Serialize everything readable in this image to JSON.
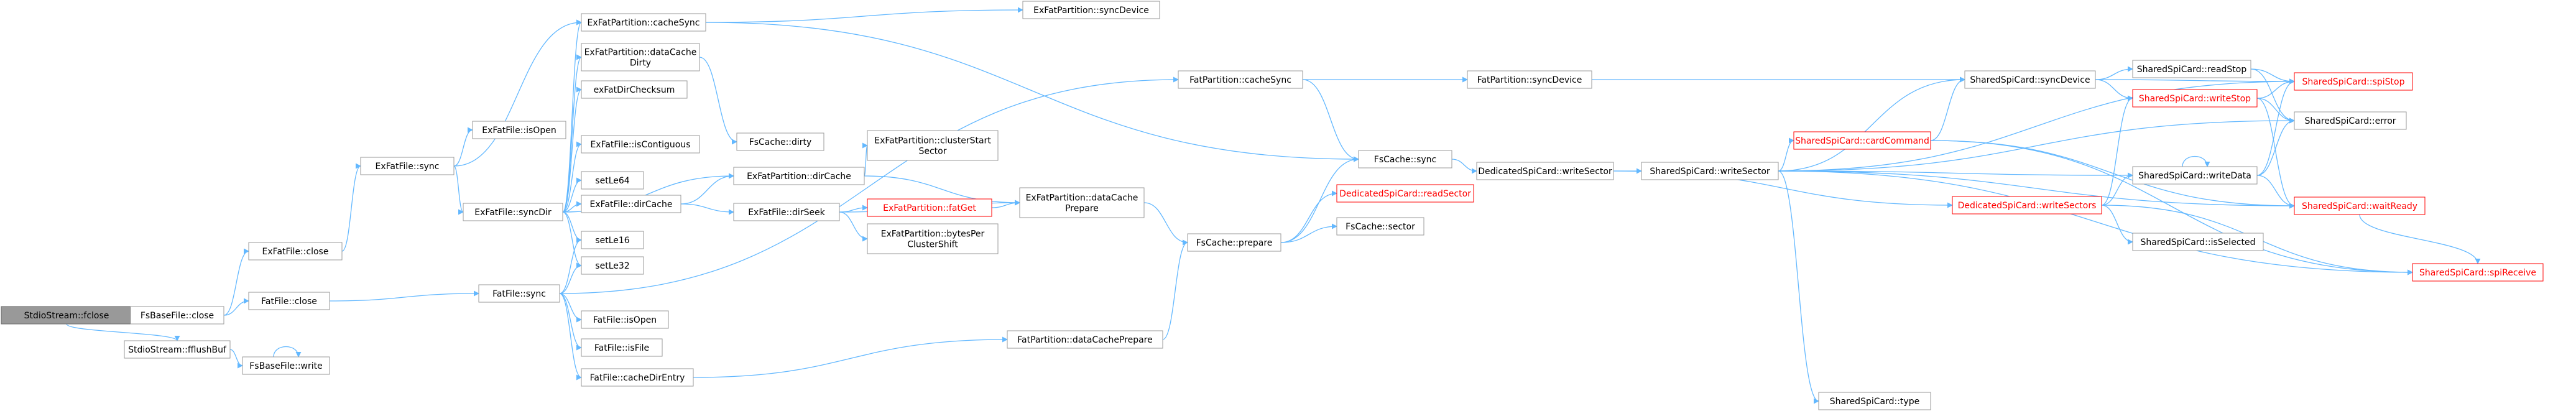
{
  "colors": {
    "edge": "#63b8ff",
    "node_fill": "#ffffff",
    "node_border": "#999999",
    "root_fill": "#999999",
    "root_border": "#666666",
    "text": "#000000",
    "red_text": "#ff0000",
    "red_border": "#ff0000"
  },
  "nodes": [
    {
      "id": "n0",
      "label": "StdioStream::fclose",
      "style": "root"
    },
    {
      "id": "n1",
      "label": "FsBaseFile::close",
      "style": "normal"
    },
    {
      "id": "n2",
      "label": "StdioStream::fflushBuf",
      "style": "normal"
    },
    {
      "id": "n3",
      "label": "FsBaseFile::write",
      "style": "normal"
    },
    {
      "id": "n4",
      "label": "ExFatFile::close",
      "style": "normal"
    },
    {
      "id": "n5",
      "label": "FatFile::close",
      "style": "normal"
    },
    {
      "id": "n6",
      "label": "ExFatFile::sync",
      "style": "normal"
    },
    {
      "id": "n7",
      "label": "ExFatFile::isOpen",
      "style": "normal"
    },
    {
      "id": "n8",
      "label": "ExFatFile::syncDir",
      "style": "normal"
    },
    {
      "id": "n9",
      "label": "ExFatPartition::cacheSync",
      "style": "normal"
    },
    {
      "id": "n10",
      "label": "ExFatPartition::dataCache\nDirty",
      "style": "normal"
    },
    {
      "id": "n11",
      "label": "exFatDirChecksum",
      "style": "normal"
    },
    {
      "id": "n12",
      "label": "ExFatFile::isContiguous",
      "style": "normal"
    },
    {
      "id": "n13",
      "label": "setLe64",
      "style": "normal"
    },
    {
      "id": "n14",
      "label": "ExFatFile::dirCache",
      "style": "normal"
    },
    {
      "id": "n15",
      "label": "setLe16",
      "style": "normal"
    },
    {
      "id": "n16",
      "label": "setLe32",
      "style": "normal"
    },
    {
      "id": "n17",
      "label": "FatFile::sync",
      "style": "normal"
    },
    {
      "id": "n18",
      "label": "FatFile::isOpen",
      "style": "normal"
    },
    {
      "id": "n19",
      "label": "FatFile::isFile",
      "style": "normal"
    },
    {
      "id": "n20",
      "label": "FatFile::cacheDirEntry",
      "style": "normal"
    },
    {
      "id": "n21",
      "label": "ExFatPartition::syncDevice",
      "style": "normal"
    },
    {
      "id": "n22",
      "label": "FsCache::dirty",
      "style": "normal"
    },
    {
      "id": "n23",
      "label": "ExFatPartition::dirCache",
      "style": "normal"
    },
    {
      "id": "n24",
      "label": "ExFatFile::dirSeek",
      "style": "normal"
    },
    {
      "id": "n25",
      "label": "ExFatPartition::clusterStart\nSector",
      "style": "normal"
    },
    {
      "id": "n26",
      "label": "ExFatPartition::fatGet",
      "style": "red"
    },
    {
      "id": "n27",
      "label": "ExFatPartition::bytesPer\nClusterShift",
      "style": "normal"
    },
    {
      "id": "n28",
      "label": "ExFatPartition::dataCache\nPrepare",
      "style": "normal"
    },
    {
      "id": "n29",
      "label": "FatPartition::cacheSync",
      "style": "normal"
    },
    {
      "id": "n30",
      "label": "FatPartition::dataCachePrepare",
      "style": "normal"
    },
    {
      "id": "n31",
      "label": "FsCache::sync",
      "style": "normal"
    },
    {
      "id": "n32",
      "label": "FsCache::prepare",
      "style": "normal"
    },
    {
      "id": "n33",
      "label": "DedicatedSpiCard::readSector",
      "style": "red"
    },
    {
      "id": "n34",
      "label": "FsCache::sector",
      "style": "normal"
    },
    {
      "id": "n35",
      "label": "FatPartition::syncDevice",
      "style": "normal"
    },
    {
      "id": "n36",
      "label": "DedicatedSpiCard::writeSector",
      "style": "normal"
    },
    {
      "id": "n37",
      "label": "SharedSpiCard::writeSector",
      "style": "normal"
    },
    {
      "id": "n38",
      "label": "SharedSpiCard::syncDevice",
      "style": "normal"
    },
    {
      "id": "n39",
      "label": "SharedSpiCard::cardCommand",
      "style": "red"
    },
    {
      "id": "n40",
      "label": "DedicatedSpiCard::writeSectors",
      "style": "red"
    },
    {
      "id": "n41",
      "label": "SharedSpiCard::type",
      "style": "normal"
    },
    {
      "id": "n42",
      "label": "SharedSpiCard::readStop",
      "style": "normal"
    },
    {
      "id": "n43",
      "label": "SharedSpiCard::writeStop",
      "style": "red"
    },
    {
      "id": "n44",
      "label": "SharedSpiCard::writeData",
      "style": "normal"
    },
    {
      "id": "n45",
      "label": "SharedSpiCard::isSelected",
      "style": "normal"
    },
    {
      "id": "n46",
      "label": "SharedSpiCard::spiStop",
      "style": "red"
    },
    {
      "id": "n47",
      "label": "SharedSpiCard::error",
      "style": "normal"
    },
    {
      "id": "n48",
      "label": "SharedSpiCard::waitReady",
      "style": "red"
    },
    {
      "id": "n49",
      "label": "SharedSpiCard::spiReceive",
      "style": "red"
    }
  ],
  "edges": [
    [
      "n0",
      "n1"
    ],
    [
      "n0",
      "n2"
    ],
    [
      "n1",
      "n4"
    ],
    [
      "n1",
      "n5"
    ],
    [
      "n2",
      "n3"
    ],
    [
      "n3",
      "n3"
    ],
    [
      "n4",
      "n6"
    ],
    [
      "n5",
      "n17"
    ],
    [
      "n6",
      "n7"
    ],
    [
      "n6",
      "n8"
    ],
    [
      "n6",
      "n9"
    ],
    [
      "n8",
      "n9"
    ],
    [
      "n8",
      "n10"
    ],
    [
      "n8",
      "n11"
    ],
    [
      "n8",
      "n12"
    ],
    [
      "n8",
      "n13"
    ],
    [
      "n8",
      "n14"
    ],
    [
      "n8",
      "n15"
    ],
    [
      "n8",
      "n16"
    ],
    [
      "n8",
      "n23"
    ],
    [
      "n9",
      "n21"
    ],
    [
      "n9",
      "n31"
    ],
    [
      "n10",
      "n22"
    ],
    [
      "n14",
      "n23"
    ],
    [
      "n14",
      "n24"
    ],
    [
      "n17",
      "n15"
    ],
    [
      "n17",
      "n16"
    ],
    [
      "n17",
      "n18"
    ],
    [
      "n17",
      "n19"
    ],
    [
      "n17",
      "n20"
    ],
    [
      "n17",
      "n29"
    ],
    [
      "n20",
      "n30"
    ],
    [
      "n23",
      "n25"
    ],
    [
      "n23",
      "n28"
    ],
    [
      "n24",
      "n26"
    ],
    [
      "n24",
      "n27"
    ],
    [
      "n24",
      "n28"
    ],
    [
      "n26",
      "n28"
    ],
    [
      "n28",
      "n32"
    ],
    [
      "n29",
      "n35"
    ],
    [
      "n29",
      "n31"
    ],
    [
      "n30",
      "n32"
    ],
    [
      "n31",
      "n36"
    ],
    [
      "n32",
      "n31"
    ],
    [
      "n32",
      "n33"
    ],
    [
      "n32",
      "n34"
    ],
    [
      "n35",
      "n38"
    ],
    [
      "n36",
      "n37"
    ],
    [
      "n36",
      "n40"
    ],
    [
      "n37",
      "n38"
    ],
    [
      "n37",
      "n39"
    ],
    [
      "n37",
      "n41"
    ],
    [
      "n37",
      "n44"
    ],
    [
      "n37",
      "n46"
    ],
    [
      "n37",
      "n48"
    ],
    [
      "n37",
      "n49"
    ],
    [
      "n37",
      "n47"
    ],
    [
      "n38",
      "n42"
    ],
    [
      "n38",
      "n43"
    ],
    [
      "n38",
      "n46"
    ],
    [
      "n39",
      "n38"
    ],
    [
      "n39",
      "n48"
    ],
    [
      "n39",
      "n49"
    ],
    [
      "n40",
      "n43"
    ],
    [
      "n40",
      "n44"
    ],
    [
      "n40",
      "n45"
    ],
    [
      "n40",
      "n49"
    ],
    [
      "n42",
      "n46"
    ],
    [
      "n42",
      "n47"
    ],
    [
      "n43",
      "n46"
    ],
    [
      "n43",
      "n48"
    ],
    [
      "n43",
      "n47"
    ],
    [
      "n44",
      "n44"
    ],
    [
      "n44",
      "n46"
    ],
    [
      "n44",
      "n47"
    ],
    [
      "n44",
      "n48"
    ],
    [
      "n48",
      "n49"
    ]
  ]
}
